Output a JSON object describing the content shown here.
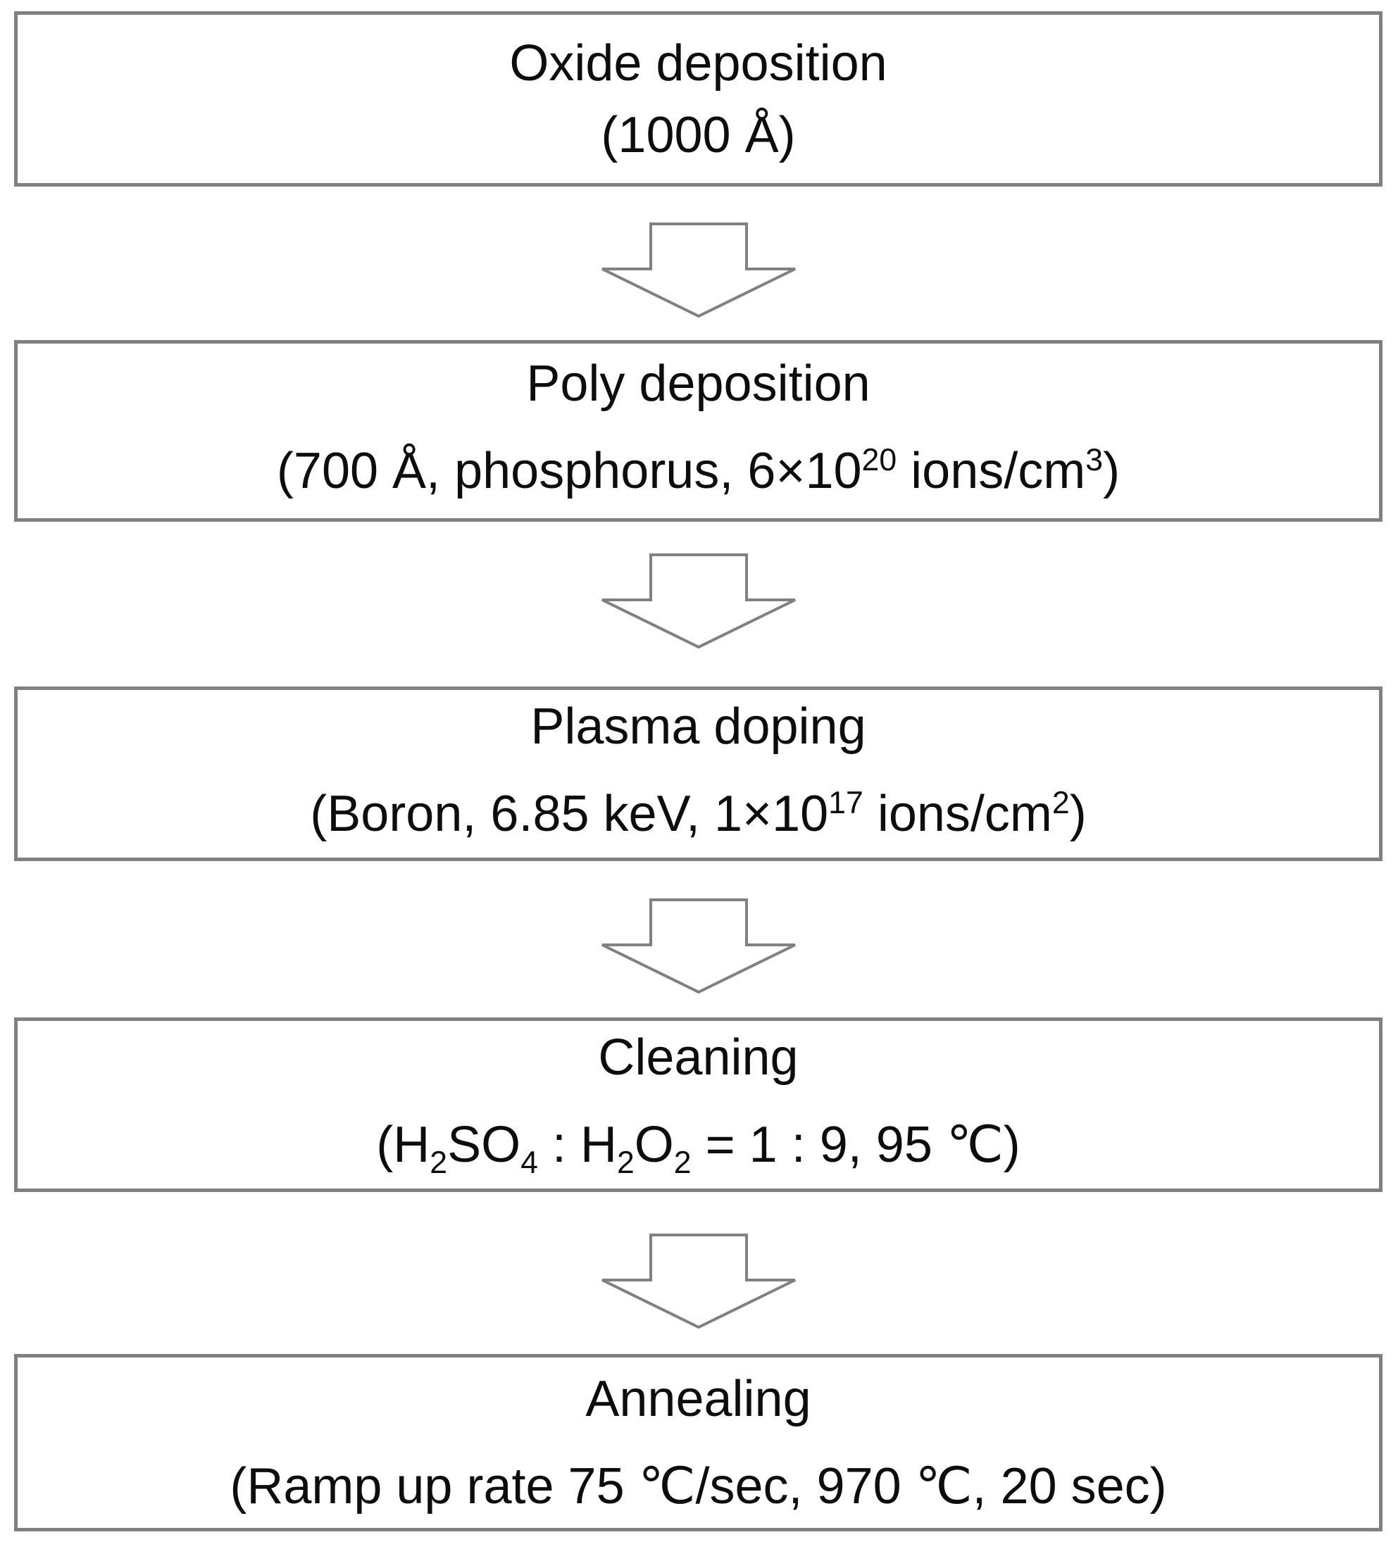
{
  "diagram": {
    "type": "process-flowchart",
    "direction": "top-to-bottom",
    "colors": {
      "background": "#ffffff",
      "box_border": "#808080",
      "box_fill": "#ffffff",
      "arrow_outline": "#808080",
      "arrow_fill": "#ffffff",
      "text": "#0d0d0d"
    },
    "connector_icon": "down-block-arrow",
    "steps": [
      {
        "title": "Oxide deposition",
        "detail_text": "(1000 Å)",
        "detail": [
          "(1000 Å)"
        ]
      },
      {
        "title": "Poly deposition",
        "detail_text": "(700 Å, phosphorus, 6×10^20 ions/cm^3)",
        "detail": [
          "(700 Å, phosphorus, 6×10",
          "20",
          " ions/cm",
          "3",
          ")"
        ]
      },
      {
        "title": "Plasma doping",
        "detail_text": "(Boron, 6.85 keV, 1×10^17 ions/cm^2)",
        "detail": [
          "(Boron, 6.85 keV, 1×10",
          "17",
          " ions/cm",
          "2",
          ")"
        ]
      },
      {
        "title": "Cleaning",
        "detail_text": "(H2SO4 : H2O2 = 1 : 9, 95 ℃)",
        "detail": [
          "(H",
          "2",
          "SO",
          "4",
          " : H",
          "2",
          "O",
          "2",
          " = 1 : 9, 95 ℃)"
        ]
      },
      {
        "title": "Annealing",
        "detail_text": "(Ramp up rate 75 ℃/sec, 970 ℃, 20 sec)",
        "detail": [
          "(Ramp up rate 75 ℃/sec, 970 ℃, 20 sec)"
        ]
      }
    ]
  }
}
